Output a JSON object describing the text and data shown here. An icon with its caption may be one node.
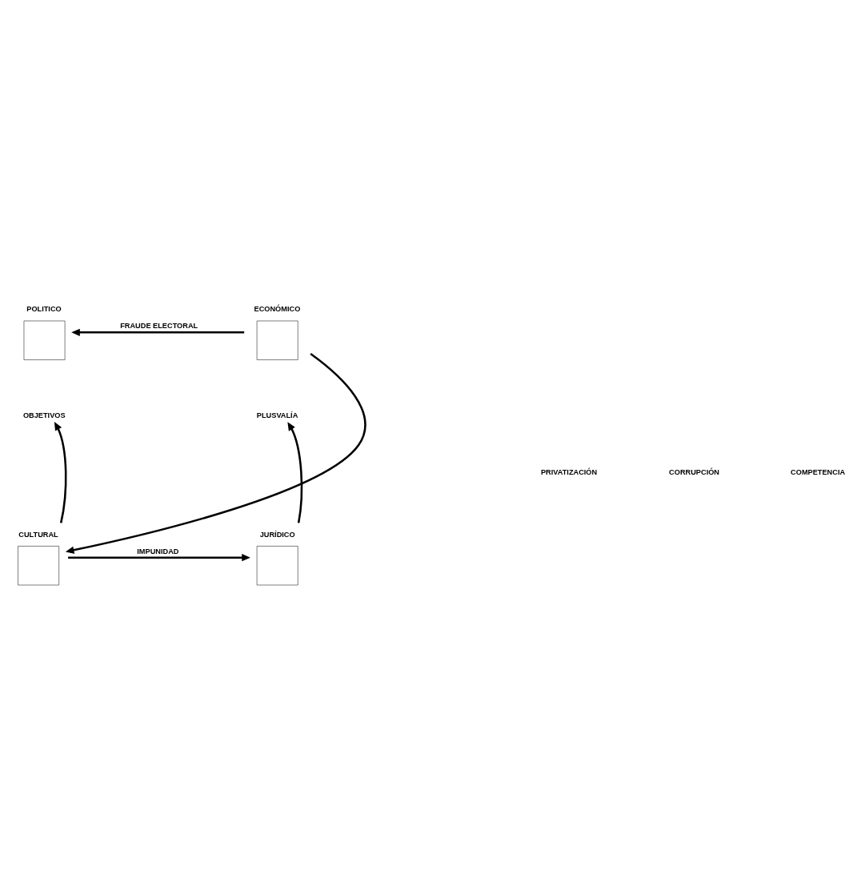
{
  "diagram": {
    "nodes": [
      {
        "text": [
          "POLITICO"
        ]
      },
      {
        "text": [
          "ECONÓMICO"
        ]
      },
      {
        "text": [
          "OBJETIVOS"
        ]
      },
      {
        "text": [
          "PLUSVALÍA"
        ]
      },
      {
        "text": [
          "CULTURAL"
        ]
      },
      {
        "text": [
          "JURÍDICO"
        ]
      }
    ],
    "edges": [
      {
        "from": 1,
        "to": 0,
        "arrow": "to",
        "label": "FRAUDE ELECTORAL"
      },
      {
        "from": 1,
        "to": 4,
        "arrow": "to"
      },
      {
        "from": 4,
        "to": 2,
        "arrow": "to"
      },
      {
        "from": 5,
        "to": 3,
        "arrow": "to"
      },
      {
        "from": 4,
        "to": 5,
        "arrow": "to",
        "label": "IMPUNIDAD"
      }
    ],
    "labels": [
      "PRIVATIZACIÓN",
      "CORRUPCIÓN",
      "COMPETENCIA"
    ]
  }
}
